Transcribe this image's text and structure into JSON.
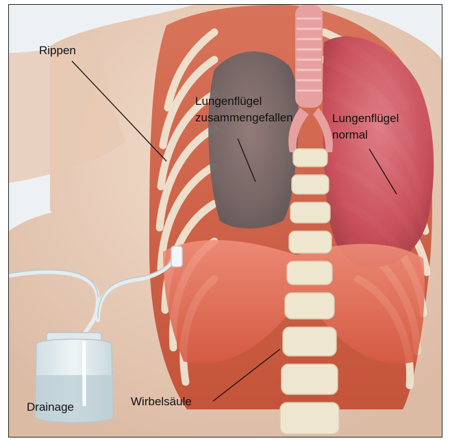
{
  "labels": {
    "ribs": "Rippen",
    "lung_collapsed_line1": "Lungenflügel",
    "lung_collapsed_line2": "zusammengefallen",
    "lung_normal_line1": "Lungenflügel",
    "lung_normal_line2": "normal",
    "spine": "Wirbelsäule",
    "drainage": "Drainage"
  },
  "colors": {
    "skin": "#ead0bd",
    "muscle": "#cf5a3e",
    "rib": "#f0e9d6",
    "lung_collapsed": "#7f6f6f",
    "lung_normal": "#c84f5c",
    "trachea": "#e7a0a0",
    "diaphragm": "#e06a55",
    "spine": "#efe6cf",
    "tube": "#e4ecef",
    "jar_liquid": "#b9cdd4",
    "leader_line": "#111111"
  }
}
